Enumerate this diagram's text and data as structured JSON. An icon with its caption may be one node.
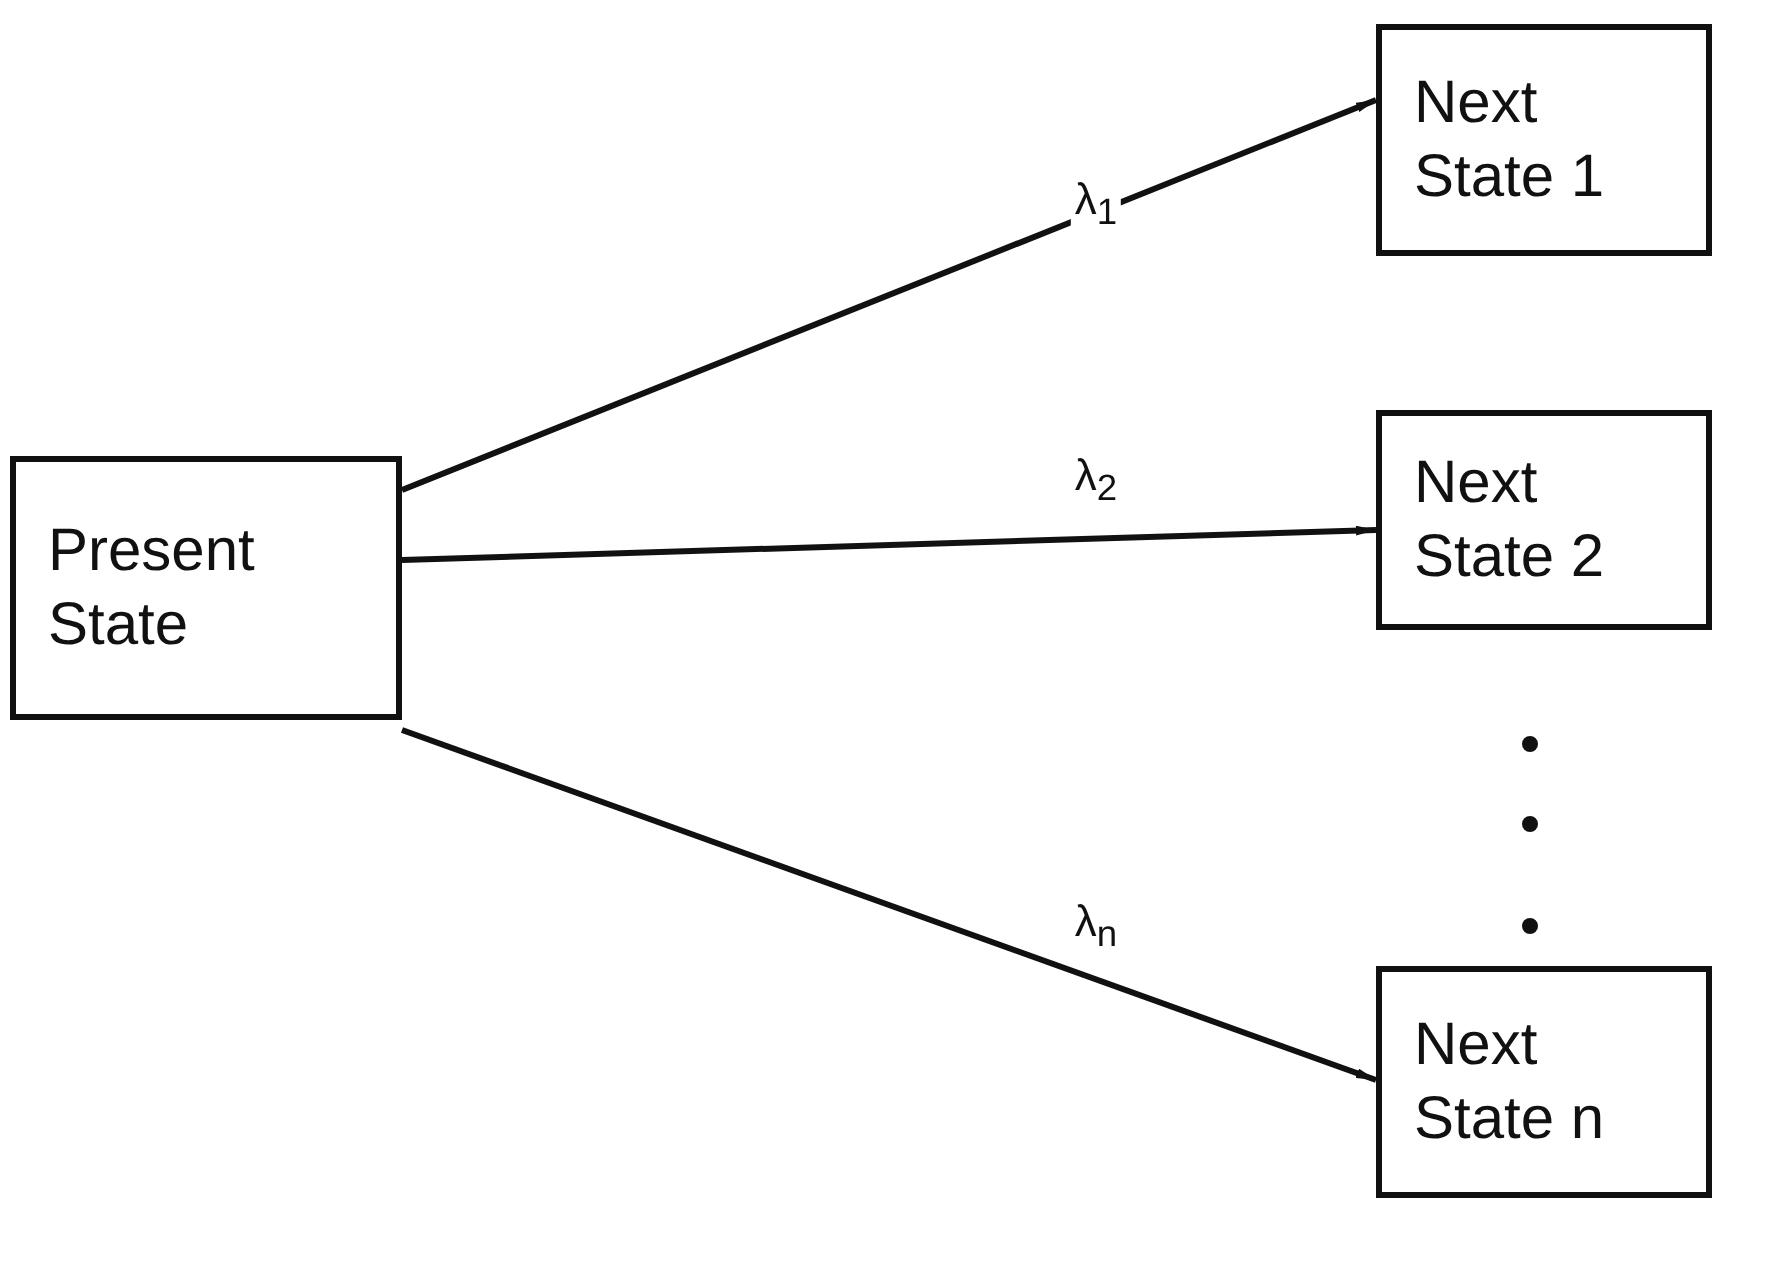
{
  "diagram": {
    "nodes": [
      {
        "text": [
          "Present State"
        ]
      },
      {
        "text": [
          "Next State 1"
        ]
      },
      {
        "text": [
          "Next State 2"
        ]
      },
      {
        "text": [
          "Next State n"
        ]
      }
    ],
    "edges": [
      {
        "from": 0,
        "to": 1,
        "arrow": "to",
        "label": "λ$_{1}$"
      },
      {
        "from": 0,
        "to": 2,
        "arrow": "to",
        "label": "λ$_{2}$"
      },
      {
        "from": 0,
        "to": 3,
        "arrow": "to",
        "label": "λ$_{n}$"
      }
    ]
  }
}
